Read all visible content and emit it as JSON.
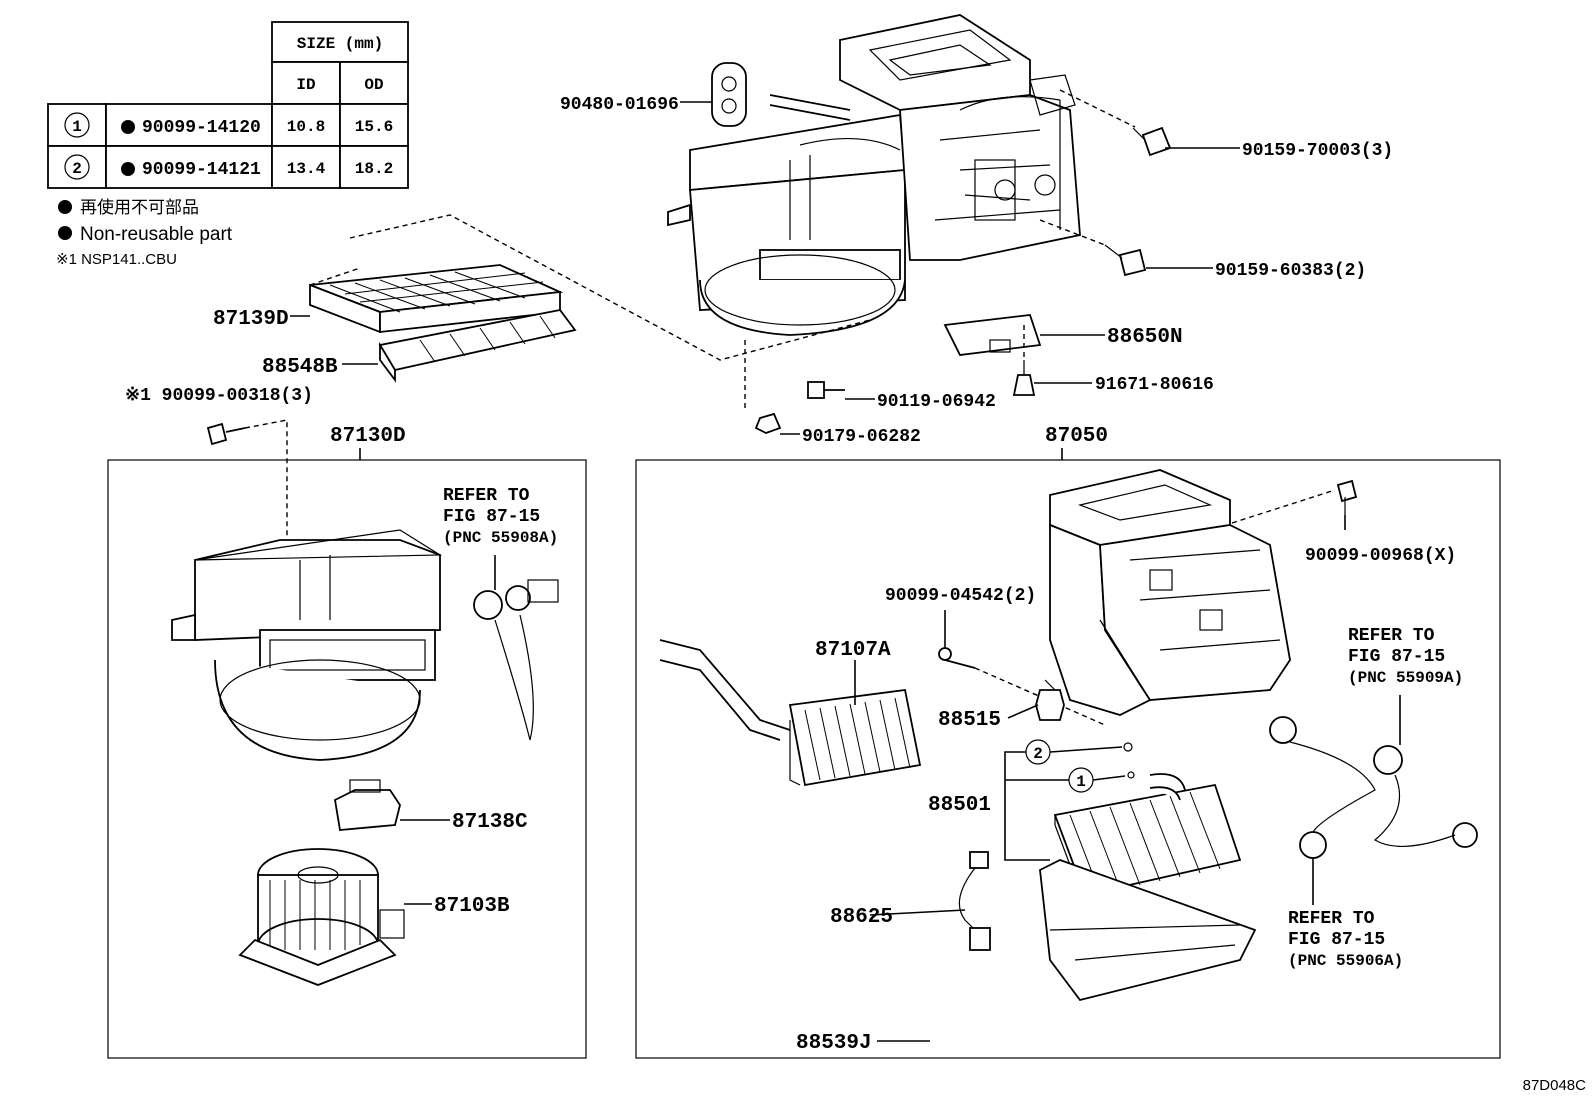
{
  "table": {
    "size_header": "SIZE (mm)",
    "col_id": "ID",
    "col_od": "OD",
    "rows": [
      {
        "ref": "1",
        "part": "90099-14120",
        "id": "10.8",
        "od": "15.6"
      },
      {
        "ref": "2",
        "part": "90099-14121",
        "id": "13.4",
        "od": "18.2"
      }
    ]
  },
  "legend": {
    "jp": "再使用不可部品",
    "en": "Non-reusable part",
    "note": "※1 NSP141..CBU"
  },
  "labels": {
    "p90480": "90480-01696",
    "p90159a": "90159-70003(3)",
    "p90159b": "90159-60383(2)",
    "p87139D": "87139D",
    "p88548B": "88548B",
    "p88650N": "88650N",
    "p91671": "91671-80616",
    "p90119": "90119-06942",
    "p90179": "90179-06282",
    "p90099_00318": "※1 90099-00318(3)",
    "p87130D": "87130D",
    "p87050": "87050",
    "p90099_00968": "90099-00968(X)",
    "p90099_04542": "90099-04542(2)",
    "p87107A": "87107A",
    "p88515": "88515",
    "p88501": "88501",
    "p88625": "88625",
    "p88539J": "88539J",
    "p87138C": "87138C",
    "p87103B": "87103B",
    "ref_a_1": "REFER TO",
    "ref_a_2": "FIG 87-15",
    "ref_a_3": "(PNC 55908A)",
    "ref_b_1": "REFER TO",
    "ref_b_2": "FIG 87-15",
    "ref_b_3": "(PNC 55909A)",
    "ref_c_1": "REFER TO",
    "ref_c_2": "FIG 87-15",
    "ref_c_3": "(PNC 55906A)",
    "circle1": "1",
    "circle2": "2",
    "fig_code": "87D048C"
  }
}
